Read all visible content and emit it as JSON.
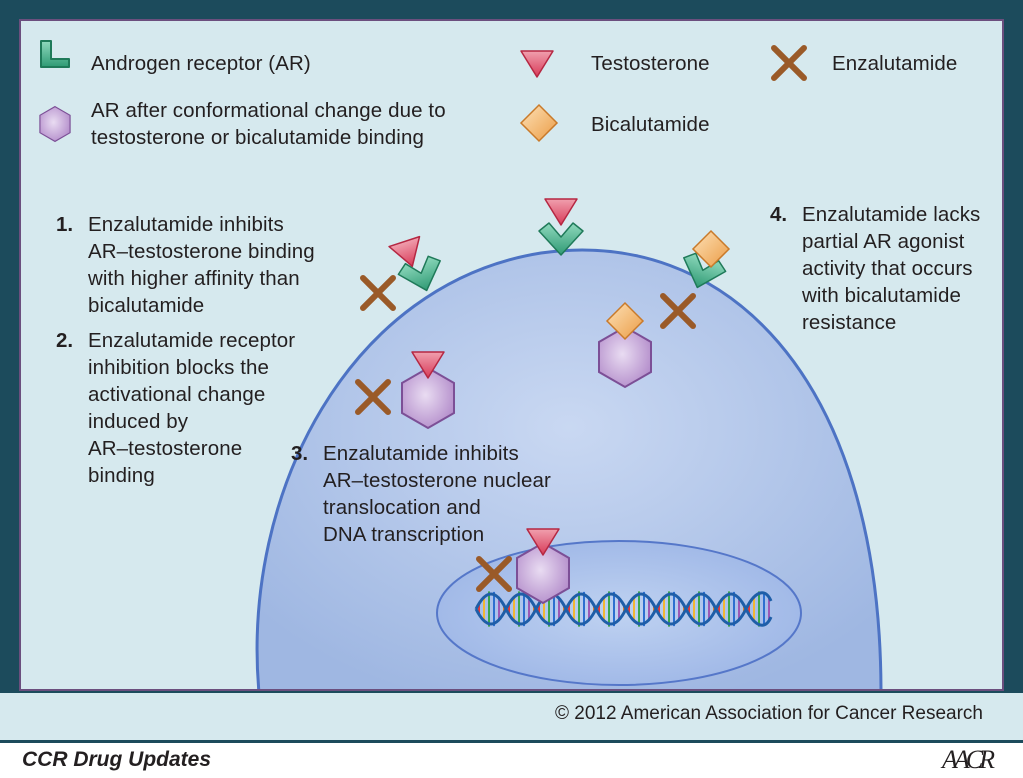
{
  "legend": {
    "androgen_receptor": "Androgen receptor (AR)",
    "ar_conformational": "AR after conformational change due to\ntestosterone or bicalutamide binding",
    "testosterone": "Testosterone",
    "bicalutamide": "Bicalutamide",
    "enzalutamide": "Enzalutamide"
  },
  "steps": [
    {
      "number": "1.",
      "text": "Enzalutamide inhibits\nAR–testosterone binding\nwith higher affinity than\nbicalutamide"
    },
    {
      "number": "2.",
      "text": "Enzalutamide receptor\ninhibition blocks the\nactivational change\ninduced by\nAR–testosterone\nbinding"
    },
    {
      "number": "3.",
      "text": "Enzalutamide inhibits\nAR–testosterone nuclear\ntranslocation and\nDNA transcription"
    },
    {
      "number": "4.",
      "text": "Enzalutamide lacks\npartial AR agonist\nactivity that occurs\nwith bicalutamide\nresistance"
    }
  ],
  "copyright": "© 2012 American Association for Cancer Research",
  "footer_title": "CCR Drug Updates",
  "logo_text": "AACR",
  "colors": {
    "background_frame": "#1c4b5c",
    "panel": "#d6e9ee",
    "cell": "#b4c8ea",
    "receptor_green": "#3faa84",
    "testosterone_red": "#e0506a",
    "bicalutamide_orange": "#f5b265",
    "enzalutamide_brown": "#9a5a28",
    "ar_changed_purple": "#c7a6d8"
  }
}
